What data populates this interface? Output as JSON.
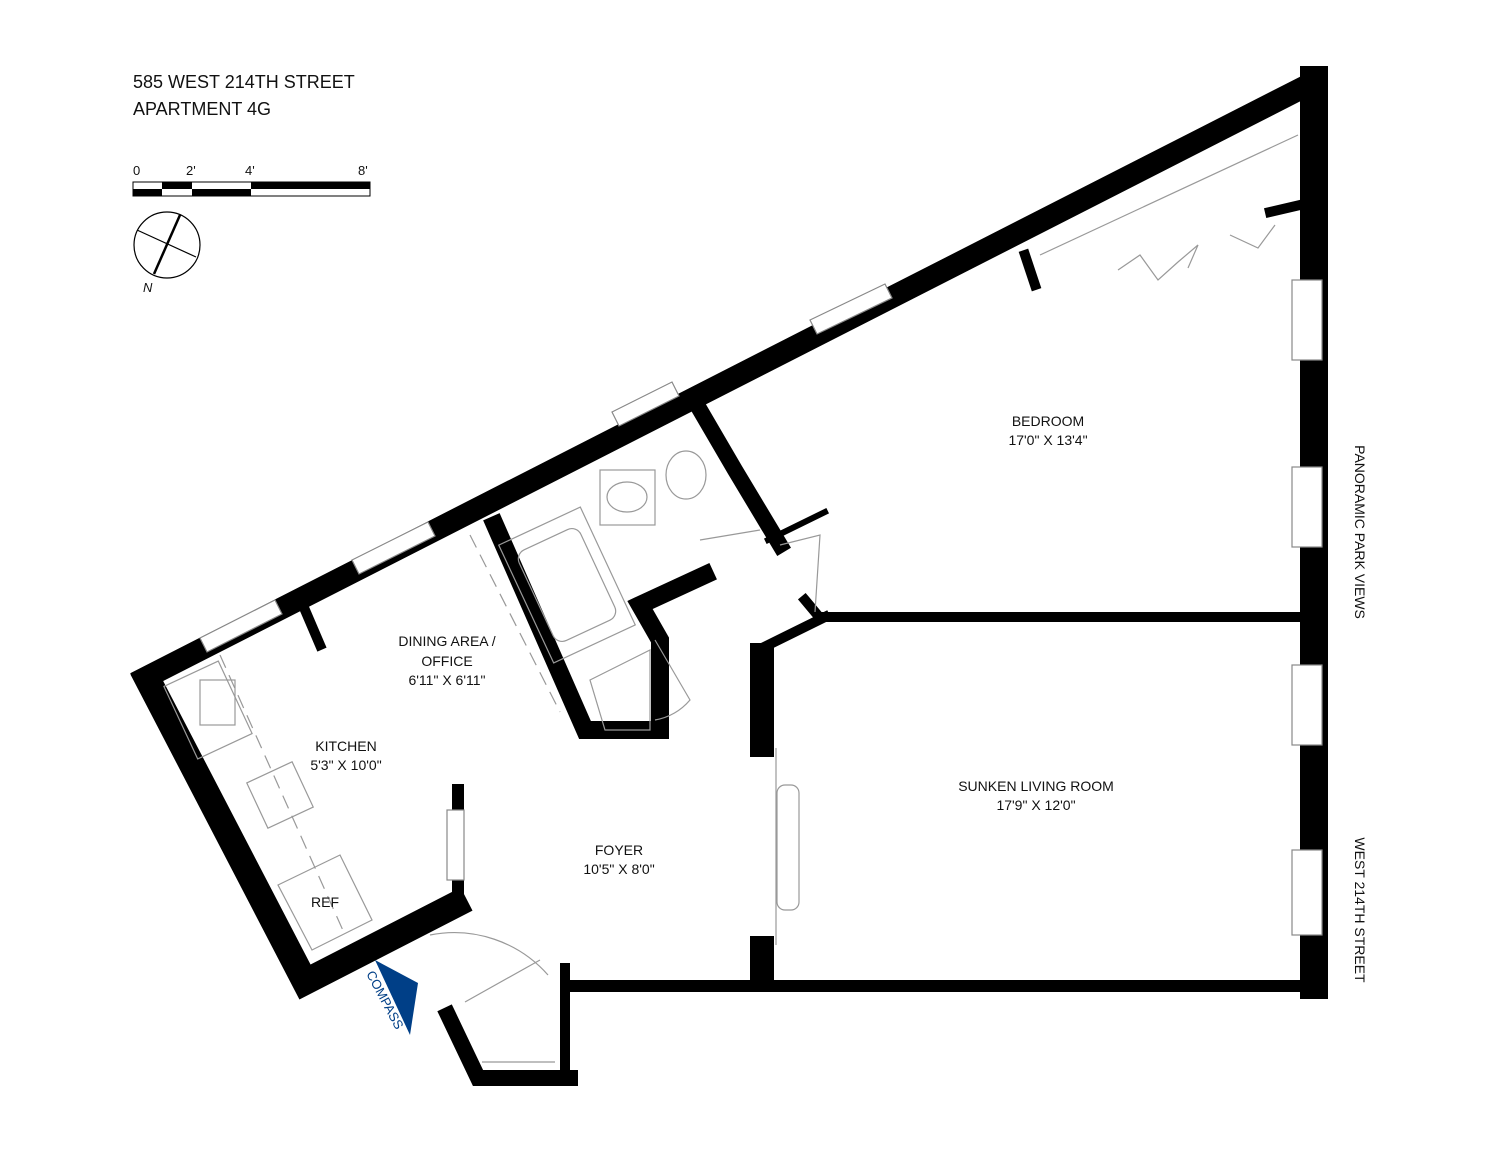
{
  "header": {
    "address": "585 WEST 214TH STREET",
    "unit": "APARTMENT 4G"
  },
  "scale_bar": {
    "ticks": [
      "0",
      "2'",
      "4'",
      "8'"
    ]
  },
  "north_arrow": {
    "label": "N"
  },
  "rooms": [
    {
      "name": "BEDROOM",
      "size": "17'0\" X 13'4\""
    },
    {
      "name": "DINING AREA /",
      "name2": "OFFICE",
      "size": "6'11\" X 6'11\""
    },
    {
      "name": "KITCHEN",
      "size": "5'3\" X 10'0\""
    },
    {
      "name": "FOYER",
      "size": "10'5\" X 8'0\""
    },
    {
      "name": "SUNKEN LIVING ROOM",
      "size": "17'9\" X 12'0\""
    }
  ],
  "fixtures": {
    "ref": "REF"
  },
  "exterior_labels": {
    "views": "PANORAMIC PARK VIEWS",
    "street": "WEST 214TH STREET"
  },
  "logo": {
    "text": "COMPASS",
    "color": "#003F87"
  }
}
